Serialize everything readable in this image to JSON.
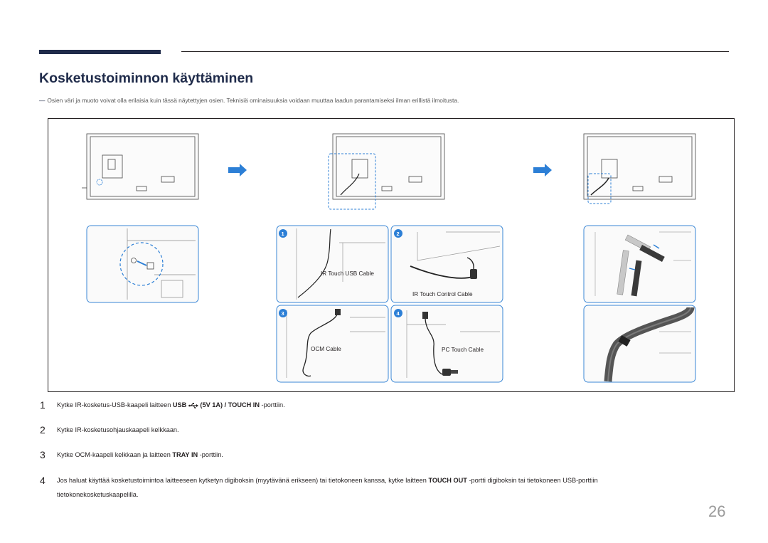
{
  "header": {
    "title": "Kosketustoiminnon käyttäminen"
  },
  "note": {
    "dash": "―",
    "text": "Osien väri ja muoto voivat olla erilaisia kuin tässä näytettyjen osien. Teknisiä ominaisuuksia voidaan muuttaa laadun parantamiseksi ilman erillistä ilmoitusta."
  },
  "figure": {
    "badges": [
      "1",
      "2",
      "3",
      "4"
    ],
    "labels": {
      "ir_touch_usb": "IR Touch USB  Cable",
      "ir_touch_control": "IR Touch Control  Cable",
      "ocm": "OCM Cable",
      "pc_touch": "PC Touch Cable"
    },
    "colors": {
      "accent": "#2c7fd6",
      "panel_border": "#3a87d6",
      "arrow": "#2c7fd6"
    }
  },
  "steps": [
    {
      "num": "1",
      "pre": "Kytke IR-kosketus-USB-kaapeli laitteen ",
      "bold1": "USB",
      "icon": "usb-icon",
      "bold2": " (5V 1A) / TOUCH IN",
      "post": " -porttiin."
    },
    {
      "num": "2",
      "text": "Kytke IR-kosketusohjauskaapeli kelkkaan."
    },
    {
      "num": "3",
      "pre": "Kytke OCM-kaapeli kelkkaan ja laitteen ",
      "bold": "TRAY IN",
      "post": " -porttiin."
    },
    {
      "num": "4",
      "pre": "Jos haluat käyttää kosketustoimintoa laitteeseen kytketyn digiboksin (myytävänä erikseen) tai tietokoneen kanssa, kytke laitteen ",
      "bold": "TOUCH OUT",
      "post": " -portti digiboksin tai tietokoneen USB-porttiin",
      "cont": "tietokonekosketuskaapelilla."
    }
  ],
  "page_number": "26"
}
